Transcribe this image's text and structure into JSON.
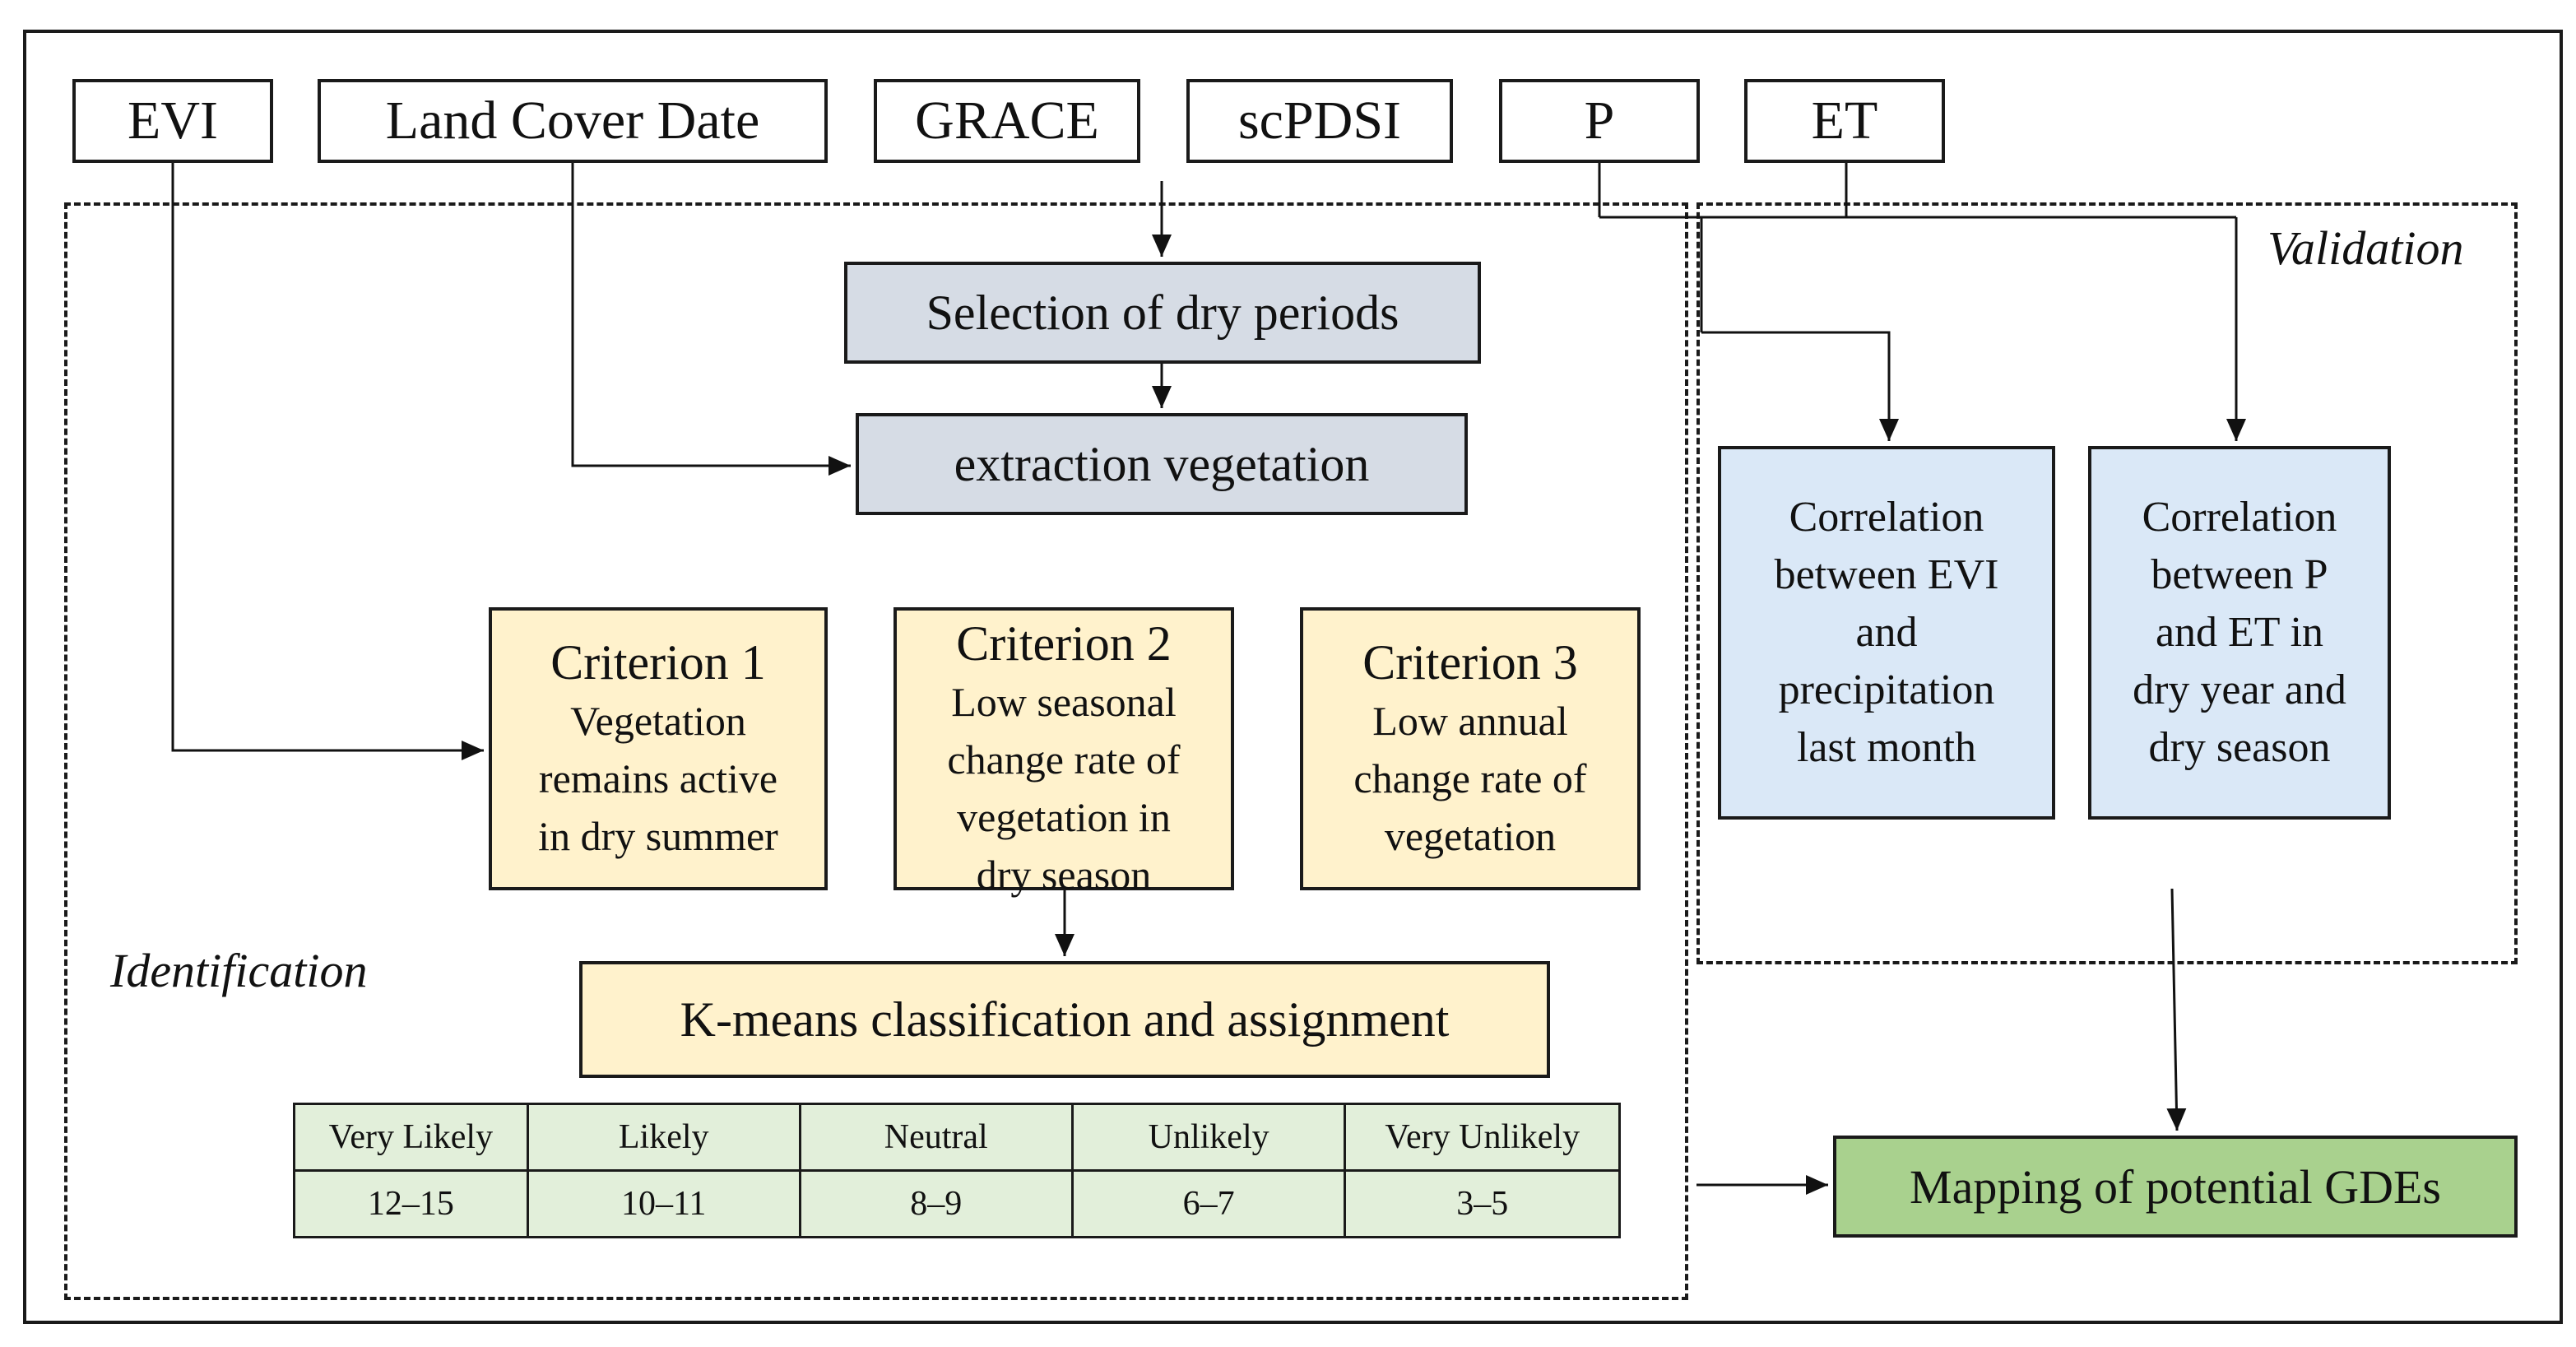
{
  "sources": [
    "EVI",
    "Land Cover Date",
    "GRACE",
    "scPDSI",
    "P",
    "ET"
  ],
  "regions": {
    "identification": "Identification",
    "validation": "Validation"
  },
  "steps": {
    "dry_periods": "Selection of dry periods",
    "extraction": "extraction vegetation",
    "kmeans": "K-means classification and assignment",
    "mapping": "Mapping of potential GDEs"
  },
  "criteria": [
    {
      "title": "Criterion 1",
      "lines": [
        "Vegetation",
        "remains active",
        "in dry summer"
      ]
    },
    {
      "title": "Criterion 2",
      "lines": [
        "Low seasonal",
        "change rate of",
        "vegetation in",
        "dry season"
      ]
    },
    {
      "title": "Criterion 3",
      "lines": [
        "Low annual",
        "change rate of",
        "vegetation"
      ]
    }
  ],
  "validation_boxes": [
    {
      "lines": [
        "Correlation",
        "between EVI",
        "and",
        "precipitation",
        "last month"
      ]
    },
    {
      "lines": [
        "Correlation",
        "between P",
        "and ET in",
        "dry year and",
        "dry season"
      ]
    }
  ],
  "likelihood_scale": {
    "categories": [
      "Very Likely",
      "Likely",
      "Neutral",
      "Unlikely",
      "Very Unlikely"
    ],
    "scores": [
      "12–15",
      "10–11",
      "8–9",
      "6–7",
      "3–5"
    ]
  },
  "colors": {
    "step_grey": "#d6dce5",
    "criterion_yellow": "#fff2cc",
    "validation_blue": "#dae8f7",
    "result_green": "#a9d18e",
    "scale_green": "#e2efda"
  }
}
